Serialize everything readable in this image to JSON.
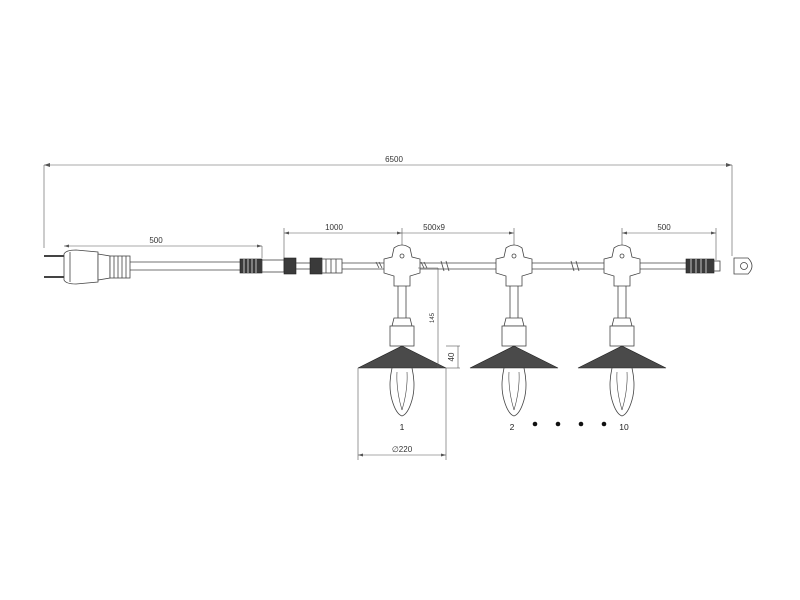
{
  "dimensions": {
    "total_length": "6500",
    "plug_lead": "500",
    "first_lamp_offset": "1000",
    "lamp_spacing": "500x9",
    "end_lead": "500",
    "pendant_drop": "145",
    "shade_height": "40",
    "shade_diameter": "∅220"
  },
  "lamps": {
    "first": "1",
    "second": "2",
    "last": "10"
  },
  "icons": [
    "plug-icon",
    "connector-icon",
    "end-cap-icon",
    "lamp-shade-icon",
    "bulb-icon"
  ],
  "colors": {
    "line": "#444444",
    "fill": "#3a3a3a",
    "background": "#ffffff"
  }
}
